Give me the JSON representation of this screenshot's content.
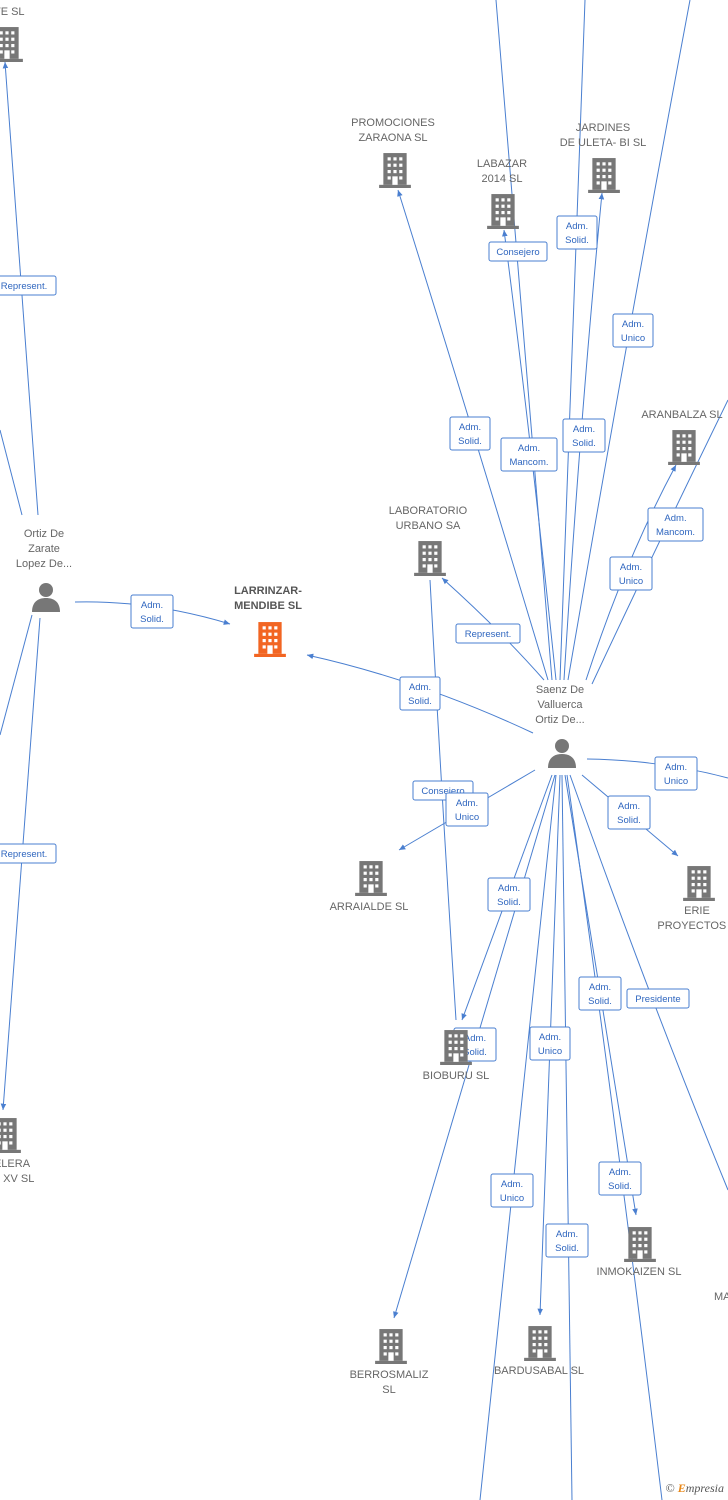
{
  "colors": {
    "edge": "#4a7fd0",
    "building": "#777777",
    "main_building": "#f26522",
    "person": "#777777"
  },
  "nodes": [
    {
      "id": "ortizlab",
      "type": "company",
      "label": [
        "ATE  SL"
      ]
    },
    {
      "id": "ortiz",
      "type": "person",
      "label": [
        "Ortiz De",
        "Zarate",
        "Lopez De..."
      ]
    },
    {
      "id": "larrinzar",
      "type": "company",
      "main": true,
      "label": [
        "LARRINZAR-",
        "MENDIBE  SL"
      ]
    },
    {
      "id": "elera",
      "type": "company",
      "label": [
        "ELERA",
        "S.  XV SL"
      ]
    },
    {
      "id": "promociones",
      "type": "company",
      "label": [
        "PROMOCIONES",
        "ZARAONA  SL"
      ]
    },
    {
      "id": "labazar",
      "type": "company",
      "label": [
        "LABAZAR",
        "2014  SL"
      ]
    },
    {
      "id": "jardines",
      "type": "company",
      "label": [
        "JARDINES",
        "DE ULETA- BI SL"
      ]
    },
    {
      "id": "aranbalza",
      "type": "company",
      "label": [
        "ARANBALZA SL"
      ]
    },
    {
      "id": "laboratorio",
      "type": "company",
      "label": [
        "LABORATORIO",
        "URBANO SA"
      ]
    },
    {
      "id": "saenz",
      "type": "person",
      "label": [
        "Saenz De",
        "Valluerca",
        "Ortiz De..."
      ]
    },
    {
      "id": "arraialde",
      "type": "company",
      "label": [
        "ARRAIALDE  SL"
      ]
    },
    {
      "id": "erie",
      "type": "company",
      "label": [
        "ERIE",
        "PROYECTOS S"
      ]
    },
    {
      "id": "bioburu",
      "type": "company",
      "label": [
        "BIOBURU SL"
      ]
    },
    {
      "id": "berrosmaliz",
      "type": "company",
      "label": [
        "BERROSMALIZ",
        "SL"
      ]
    },
    {
      "id": "bardusabal",
      "type": "company",
      "label": [
        "BARDUSABAL SL"
      ]
    },
    {
      "id": "inmokaizen",
      "type": "company",
      "label": [
        "INMOKAIZEN SL"
      ]
    },
    {
      "id": "ma",
      "type": "company",
      "label": [
        "MA"
      ]
    }
  ],
  "edge_labels": [
    [
      "Represent."
    ],
    [
      "Represent."
    ],
    [
      "Adm.",
      "Solid."
    ],
    [
      "Adm.",
      "Solid."
    ],
    [
      "Represent."
    ],
    [
      "Adm.",
      "Solid."
    ],
    [
      "Adm.",
      "Mancom."
    ],
    [
      "Consejero"
    ],
    [
      "Adm.",
      "Solid."
    ],
    [
      "Adm.",
      "Solid."
    ],
    [
      "Adm.",
      "Unico"
    ],
    [
      "Adm.",
      "Mancom."
    ],
    [
      "Adm.",
      "Unico"
    ],
    [
      "Adm.",
      "Unico"
    ],
    [
      "Adm.",
      "Solid."
    ],
    [
      "Consejero"
    ],
    [
      "Adm.",
      "Unico"
    ],
    [
      "Adm.",
      "Solid."
    ],
    [
      "Adm.",
      "Solid."
    ],
    [
      "Adm.",
      "Unico"
    ],
    [
      "Adm.",
      "Solid."
    ],
    [
      "Presidente"
    ],
    [
      "Adm.",
      "Unico"
    ],
    [
      "Adm.",
      "Solid."
    ],
    [
      "Adm.",
      "Solid."
    ]
  ],
  "footer": {
    "copyright": "©",
    "brand_e": "E",
    "brand_rest": "mpresia"
  }
}
